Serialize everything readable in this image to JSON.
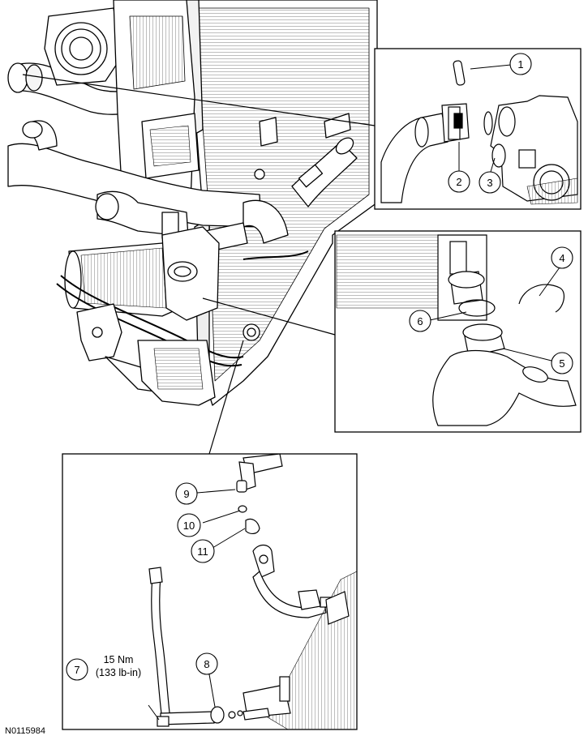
{
  "figure_id": "N0115984",
  "callouts": [
    {
      "number": "1"
    },
    {
      "number": "2"
    },
    {
      "number": "3"
    },
    {
      "number": "4"
    },
    {
      "number": "5"
    },
    {
      "number": "6"
    },
    {
      "number": "7"
    },
    {
      "number": "8"
    },
    {
      "number": "9"
    },
    {
      "number": "10"
    },
    {
      "number": "11"
    }
  ],
  "torque_spec": {
    "value": "15 Nm",
    "imperial": "(133 lb-in)"
  }
}
